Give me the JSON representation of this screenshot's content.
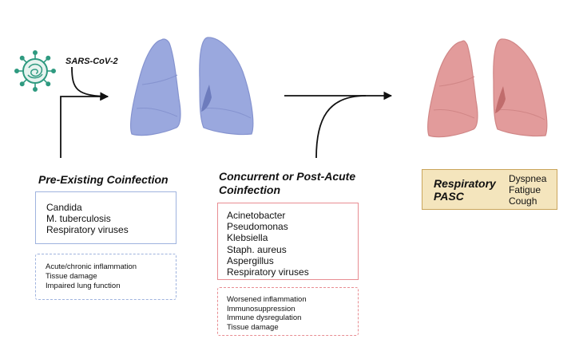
{
  "virus": {
    "label": "SARS-CoV-2",
    "icon": "virus-icon"
  },
  "colors": {
    "healthy_lung": "#9aa8de",
    "pasc_lung": "#e29b9b",
    "blue_border": "#9fb3de",
    "red_border": "#e88d92",
    "pasc_fill": "#f4e5bd",
    "virus": "#2f9a80"
  },
  "pre_existing": {
    "heading": "Pre-Existing Coinfection",
    "pathogens": [
      "Candida",
      "M. tuberculosis",
      "Respiratory viruses"
    ],
    "effects": [
      "Acute/chronic inflammation",
      "Tissue damage",
      "Impaired lung function"
    ]
  },
  "concurrent": {
    "heading_line1": "Concurrent or Post-Acute",
    "heading_line2": "Coinfection",
    "pathogens": [
      "Acinetobacter",
      "Pseudomonas",
      "Klebsiella",
      "Staph. aureus",
      "Aspergillus",
      "Respiratory viruses"
    ],
    "effects": [
      "Worsened inflammation",
      "Immunosuppression",
      "Immune dysregulation",
      "Tissue damage"
    ]
  },
  "pasc": {
    "title_line1": "Respiratory",
    "title_line2": "PASC",
    "symptoms": [
      "Dyspnea",
      "Fatigue",
      "Cough"
    ]
  }
}
